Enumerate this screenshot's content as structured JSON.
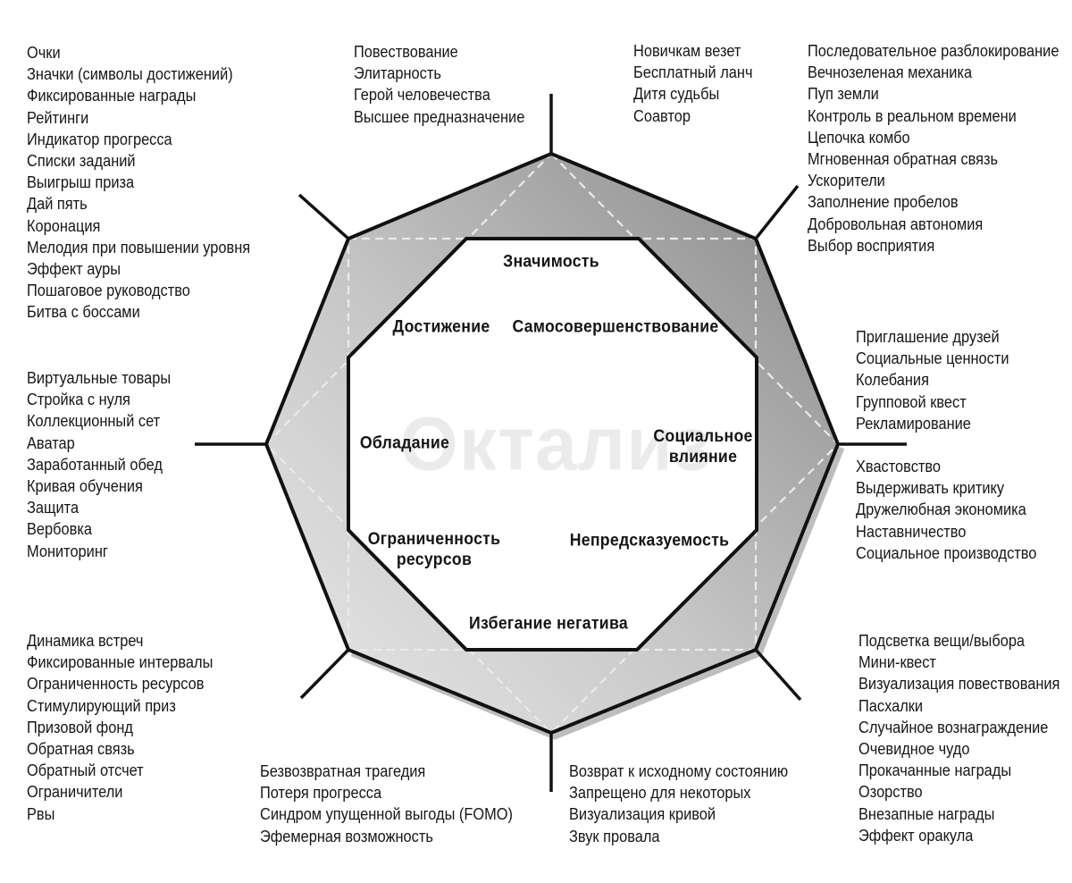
{
  "diagram": {
    "watermark": "Октализ",
    "colors": {
      "stroke": "#111111",
      "band_light": "#dcdcdc",
      "band_dark": "#9a9a9a",
      "dash": "#eaeaea",
      "shadow": "#bdbdbd",
      "watermark": "#ebebeb",
      "text": "#161616"
    },
    "core_drives": {
      "meaning": "Значимость",
      "accomplishment": "Достижение",
      "empowerment": "Самосовершенствование",
      "ownership": "Обладание",
      "social_influence_line1": "Социальное",
      "social_influence_line2": "влияние",
      "scarcity_line1": "Ограниченность",
      "scarcity_line2": "ресурсов",
      "unpredictability": "Непредсказуемость",
      "avoidance": "Избегание негатива"
    },
    "lists": {
      "top_left": [
        "Очки",
        "Значки (символы достижений)",
        "Фиксированные награды",
        "Рейтинги",
        "Индикатор прогресса",
        "Списки заданий",
        "Выигрыш приза",
        "Дай пять",
        "Коронация",
        "Мелодия при повышении уровня",
        "Эффект ауры",
        "Пошаговое руководство",
        "Битва с боссами"
      ],
      "top_center_left": [
        "Повествование",
        "Элитарность",
        "Герой человечества",
        "Высшее предназначение"
      ],
      "top_center_right": [
        "Новичкам везет",
        "Бесплатный ланч",
        "Дитя судьбы",
        "Соавтор"
      ],
      "top_right": [
        "Последовательное разблокирование",
        "Вечнозеленая механика",
        "Пуп земли",
        "Контроль в реальном времени",
        "Цепочка комбо",
        "Мгновенная обратная связь",
        "Ускорители",
        "Заполнение пробелов",
        "Добровольная автономия",
        "Выбор восприятия"
      ],
      "right_upper": [
        "Приглашение друзей",
        "Социальные ценности",
        "Колебания",
        "Групповой квест",
        "Рекламирование"
      ],
      "right_lower": [
        "Хвастовство",
        "Выдерживать критику",
        "Дружелюбная экономика",
        "Наставничество",
        "Социальное производство"
      ],
      "left_middle": [
        "Виртуальные товары",
        "Стройка с нуля",
        "Коллекционный сет",
        "Аватар",
        "Заработанный обед",
        "Кривая обучения",
        "Защита",
        "Вербовка",
        "Мониторинг"
      ],
      "bottom_left": [
        "Динамика встреч",
        "Фиксированные интервалы",
        "Ограниченность ресурсов",
        "Стимулирующий приз",
        "Призовой фонд",
        "Обратная связь",
        "Обратный отсчет",
        "Ограничители",
        "Рвы"
      ],
      "bottom_center_left": [
        "Безвозвратная трагедия",
        "Потеря прогресса",
        "Синдром упущенной выгоды (FOMO)",
        "Эфемерная возможность"
      ],
      "bottom_center_right": [
        "Возврат к исходному состоянию",
        "Запрещено для некоторых",
        "Визуализация кривой",
        "Звук провала"
      ],
      "bottom_right": [
        "Подсветка вещи/выбора",
        "Мини-квест",
        "Визуализация повествования",
        "Пасхалки",
        "Случайное вознаграждение",
        "Очевидное чудо",
        "Прокачанные награды",
        "Озорство",
        "Внезапные награды",
        "Эффект оракула"
      ]
    }
  }
}
